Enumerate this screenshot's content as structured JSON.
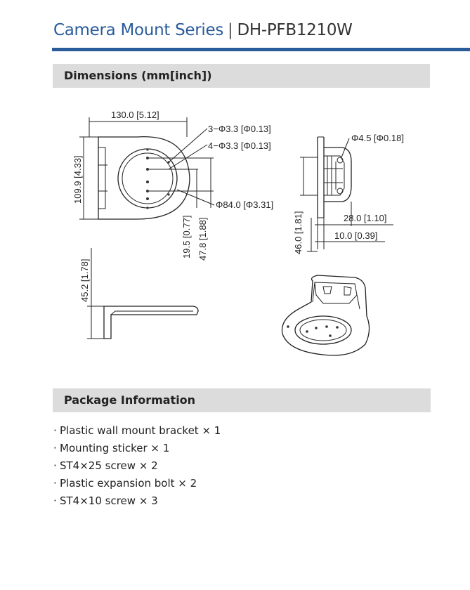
{
  "header": {
    "series": "Camera Mount Series",
    "separator": "|",
    "model": "DH-PFB1210W"
  },
  "dimensions_section": {
    "title": "Dimensions (mm[inch])",
    "labels": {
      "width": "130.0 [5.12]",
      "height": "109.9 [4.33]",
      "hole_3": "3−Φ3.3 [Φ0.13]",
      "hole_4": "4−Φ3.3 [Φ0.13]",
      "diameter": "Φ84.0 [Φ3.31]",
      "hole_spacing_a": "19.5 [0.77]",
      "hole_spacing_b": "47.8 [1.88]",
      "side_hole": "Φ4.5 [Φ0.18]",
      "side_height": "46.0 [1.81]",
      "side_depth_a": "28.0 [1.10]",
      "side_depth_b": "10.0 [0.39]",
      "profile_height": "45.2 [1.78]"
    }
  },
  "package_section": {
    "title": "Package Information",
    "bullet": "·",
    "items": [
      "Plastic wall mount bracket × 1",
      "Mounting sticker × 1",
      "ST4×25 screw × 2",
      "Plastic expansion bolt × 2",
      "ST4×10 screw × 3"
    ]
  }
}
